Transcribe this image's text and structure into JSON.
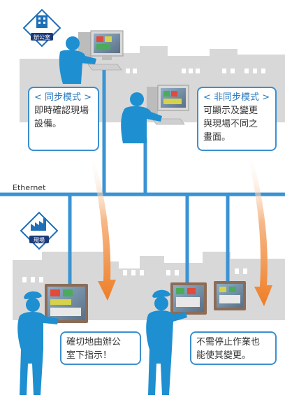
{
  "office": {
    "badge_label": "辦公室"
  },
  "site": {
    "badge_label": "現場"
  },
  "network": {
    "label": "Ethernet"
  },
  "callouts": {
    "sync": {
      "heading": "< 同步模式 >",
      "lines": [
        "即時確認現場",
        "設備。"
      ]
    },
    "async": {
      "heading": "< 非同步模式 >",
      "lines": [
        "可顯示及變更",
        "與現場不同之",
        "畫面。"
      ]
    },
    "instruct": {
      "lines": [
        "確切地由辦公",
        "室下指示！"
      ]
    },
    "nostop": {
      "lines": [
        "不需停止作業也",
        "能使其變更。"
      ]
    }
  },
  "colors": {
    "accent_blue": "#1e8fd0",
    "callout_border": "#3b8fd0",
    "badge_navy": "#1a3a7a",
    "arrow_orange": "#ef7d25",
    "building_gray": "#d6d6d6"
  }
}
